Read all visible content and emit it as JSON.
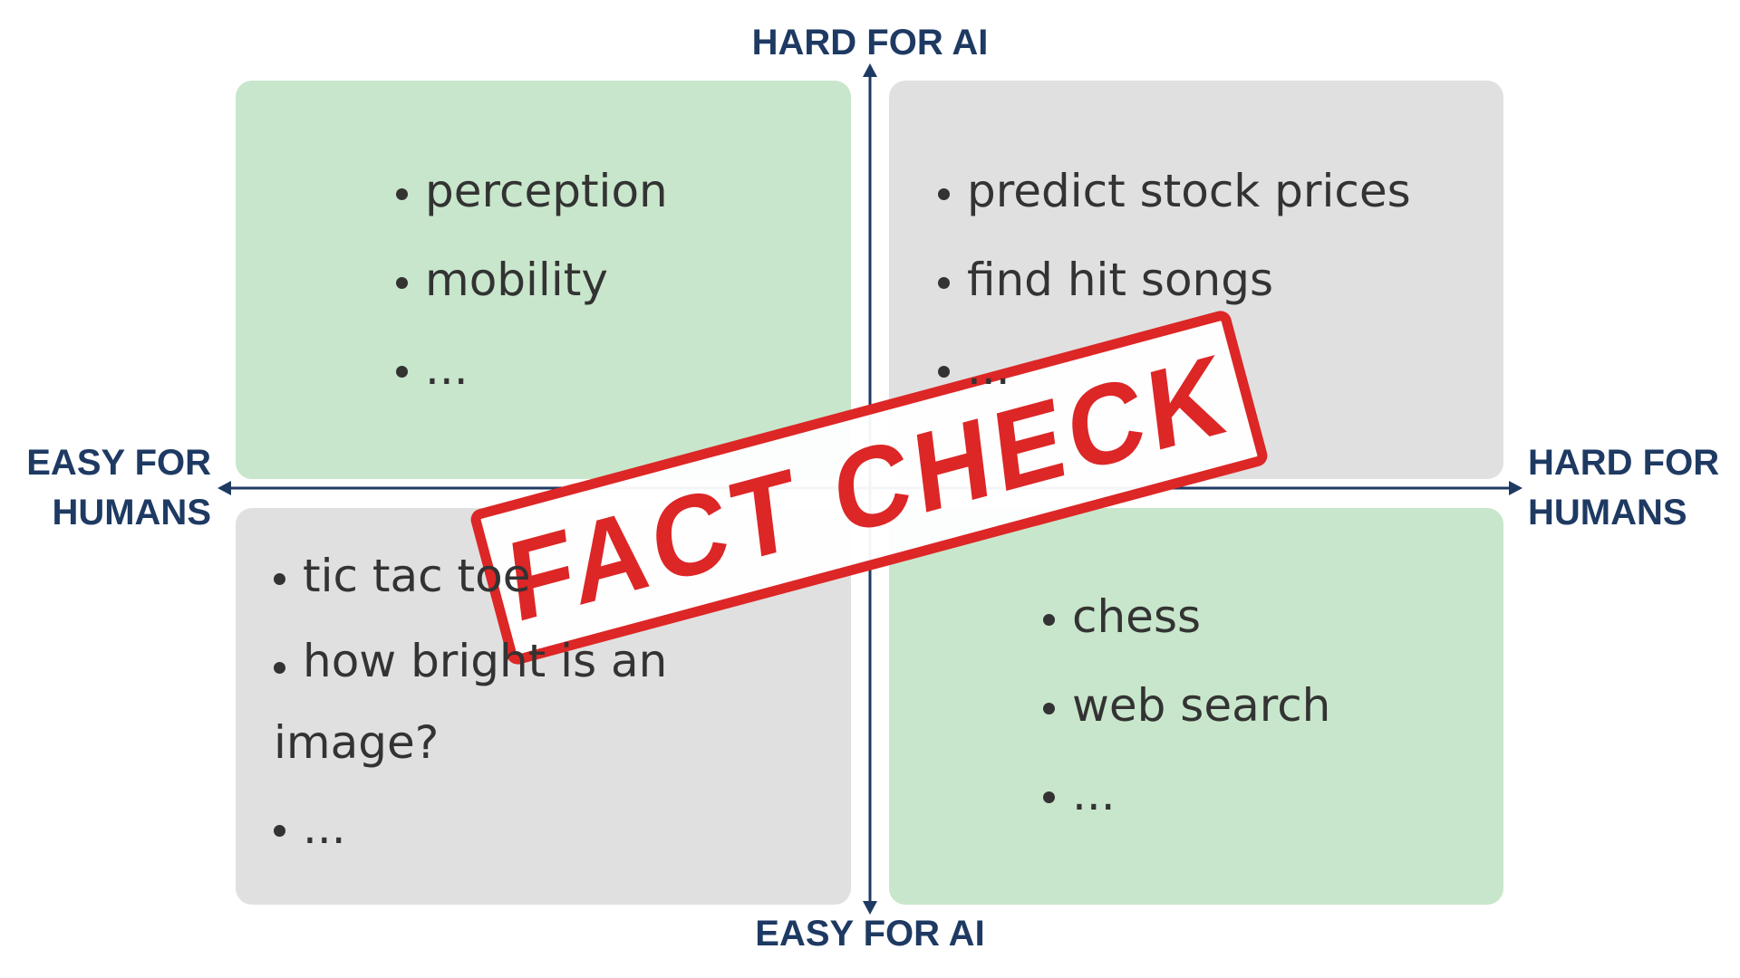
{
  "axes": {
    "top": "HARD FOR AI",
    "bottom": "EASY FOR AI",
    "left": [
      "EASY FOR",
      "HUMANS"
    ],
    "right": [
      "HARD FOR",
      "HUMANS"
    ],
    "color": "#1e3a63"
  },
  "quadrants": {
    "top_left": {
      "color": "#c8e6cb",
      "items": [
        "perception",
        "mobility",
        "..."
      ]
    },
    "top_right": {
      "color": "#e0e0e0",
      "items": [
        "predict stock prices",
        "find hit songs",
        "..."
      ]
    },
    "bottom_left": {
      "color": "#e0e0e0",
      "items": [
        "tic tac toe",
        "how bright is an",
        "image?",
        "..."
      ]
    },
    "bottom_right": {
      "color": "#c8e6cb",
      "items": [
        "chess",
        "web search",
        "..."
      ]
    }
  },
  "stamp": {
    "text": "FACT CHECK",
    "color": "#dd2626"
  }
}
